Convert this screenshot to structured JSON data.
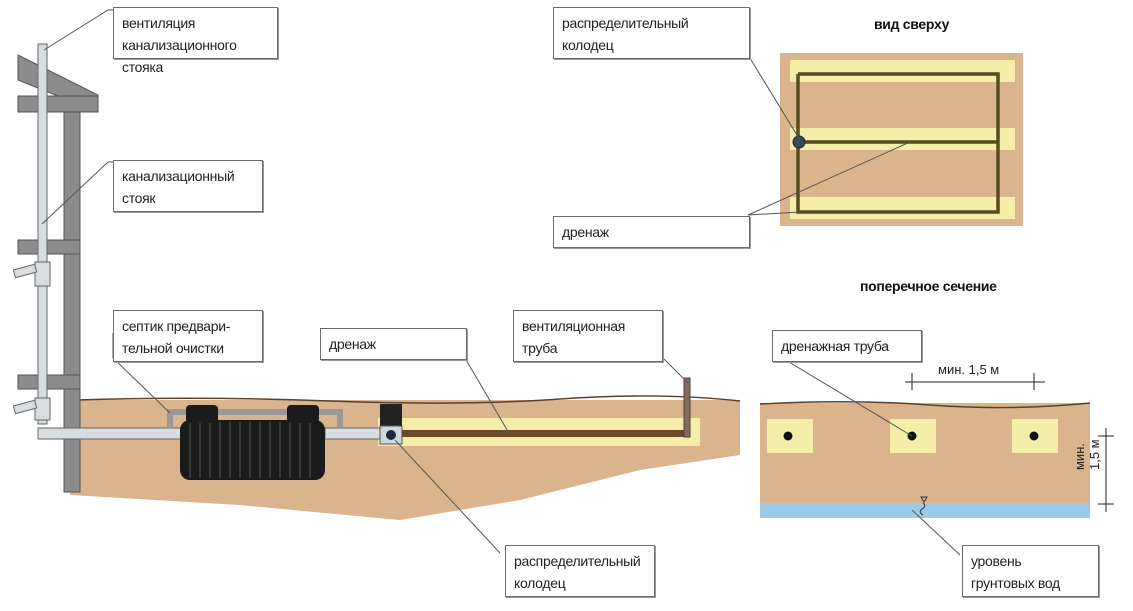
{
  "labels": {
    "vent_riser": [
      "вентиляция канализационного",
      "стояка"
    ],
    "sewer_riser": [
      "канализационный",
      "стояк"
    ],
    "septic": [
      "септик предвари-",
      "тельной очистки"
    ],
    "drainage_main": "дренаж",
    "vent_pipe": [
      "вентиляционная",
      "труба"
    ],
    "distribution_well_bottom": [
      "распределительный",
      "колодец"
    ],
    "distribution_well_top": [
      "распределительный",
      "колодец"
    ],
    "drainage_top": "дренаж",
    "drain_pipe": "дренажная труба",
    "groundwater": [
      "уровень",
      "грунтовых вод"
    ]
  },
  "headings": {
    "top_view": "вид сверху",
    "cross_section": "поперечное сечение"
  },
  "dimensions": {
    "spacing": "мин. 1,5 м",
    "depth_line1": "мин.",
    "depth_line2": "1,5 м"
  },
  "colors": {
    "soil": "#d9b48c",
    "gravel": "#f5eeaa",
    "water": "#9ccbe8",
    "wall": "#8c8c8c",
    "pipe": "#d8dde0",
    "tank": "#1a1a1a",
    "drain": "#6b4a2a",
    "leader": "#555555"
  }
}
